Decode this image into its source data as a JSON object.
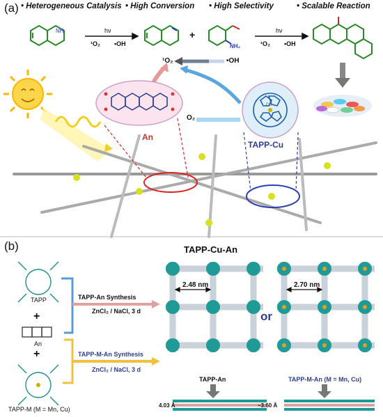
{
  "panel_a": {
    "label": "(a)",
    "features": [
      "• Heterogeneous Catalysis",
      "• High Conversion",
      "• High Selectivity",
      "• Scalable Reaction"
    ],
    "reaction1": {
      "above": "hν",
      "below_left": "¹O₂",
      "below_right": "•OH",
      "reactant_label": "NH",
      "plus": "+",
      "reagent_label": "NH₂"
    },
    "reaction2": {
      "above": "hν",
      "below_left": "¹O₂",
      "below_right": "•OH"
    },
    "species": {
      "singlet_oxygen": "¹O₂",
      "hydroxyl": "•OH",
      "oxygen": "O₂"
    },
    "linker_label": "An",
    "node_label": "TAPP-Cu",
    "metal_label": "Cu"
  },
  "panel_b": {
    "label": "(b)",
    "monomers": {
      "tapp": "TAPP",
      "an": "An",
      "tapp_m": "TAPP-M (M = Mn, Cu)",
      "plus": "+"
    },
    "route1": {
      "title": "TAPP-An Synthesis",
      "conditions": "ZnCl₂ / NaCl, 3 d"
    },
    "route2": {
      "title": "TAPP-M-An Synthesis",
      "conditions": "ZnCl₂ / NaCl, 3 d"
    },
    "structure_title": "TAPP-Cu-An",
    "pore1": "2.48 nm",
    "pore2": "2.70 nm",
    "or_label": "or",
    "cof1_label": "TAPP-An",
    "cof2_label": "TAPP-M-An (M = Mn, Cu)",
    "stack1": "4.03 Å",
    "stack2": "~3.60 Å"
  },
  "colors": {
    "route1": "#5b9bd5",
    "route2": "#f0c040",
    "blue_text": "#2e3f8f",
    "an_label": "#c0392b",
    "teal": "#1f8f8a"
  }
}
